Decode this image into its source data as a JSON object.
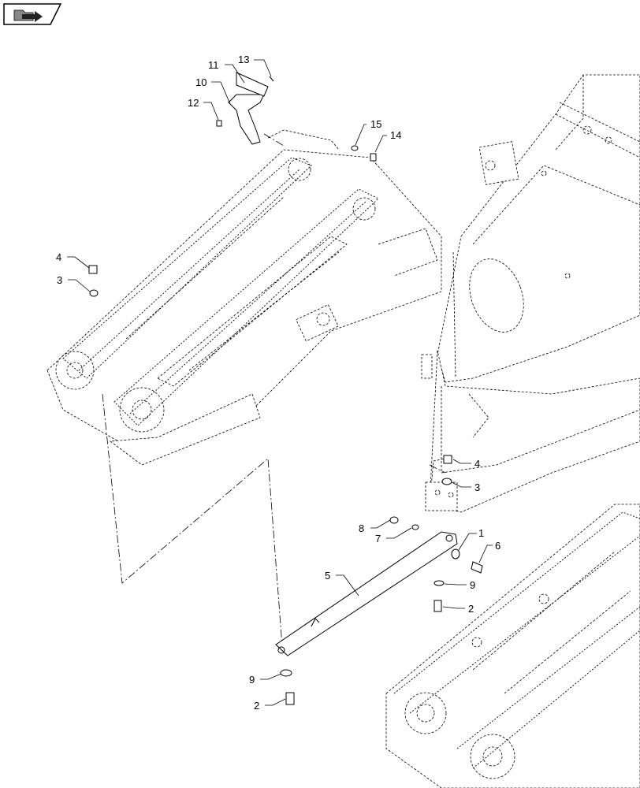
{
  "nav_buttons": {
    "top": {
      "icon": "folder-arrow-icon"
    },
    "bottom": {
      "icon": "return-arrow-icon"
    }
  },
  "callouts": [
    {
      "id": "c13",
      "label": "13"
    },
    {
      "id": "c11",
      "label": "11"
    },
    {
      "id": "c10",
      "label": "10"
    },
    {
      "id": "c12",
      "label": "12"
    },
    {
      "id": "c15",
      "label": "15"
    },
    {
      "id": "c14",
      "label": "14"
    },
    {
      "id": "c4a",
      "label": "4"
    },
    {
      "id": "c3a",
      "label": "3"
    },
    {
      "id": "c4b",
      "label": "4"
    },
    {
      "id": "c3b",
      "label": "3"
    },
    {
      "id": "c8",
      "label": "8"
    },
    {
      "id": "c7",
      "label": "7"
    },
    {
      "id": "c1",
      "label": "1"
    },
    {
      "id": "c6",
      "label": "6"
    },
    {
      "id": "c5",
      "label": "5"
    },
    {
      "id": "c9a",
      "label": "9"
    },
    {
      "id": "c2a",
      "label": "2"
    },
    {
      "id": "c9b",
      "label": "9"
    },
    {
      "id": "c2b",
      "label": "2"
    }
  ]
}
